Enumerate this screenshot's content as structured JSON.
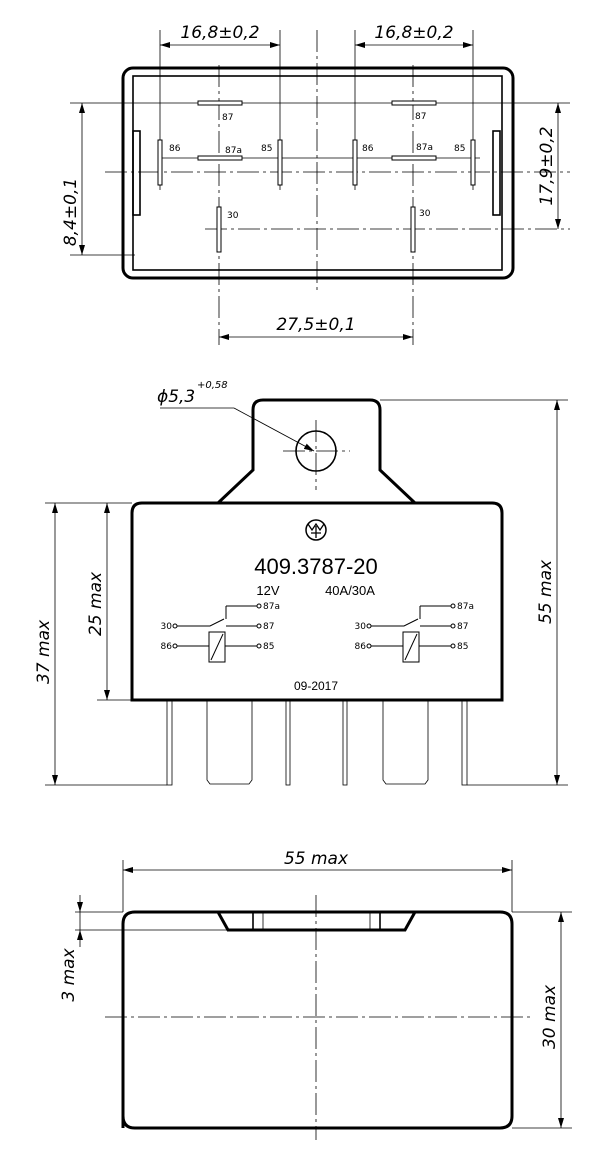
{
  "top_view": {
    "dim_pitch_left": "16,8±0,2",
    "dim_pitch_right": "16,8±0,2",
    "dim_left_vertical": "8,4±0,1",
    "dim_right_vertical": "17,9±0,2",
    "dim_bottom": "27,5±0,1",
    "pins_left": {
      "p87": "87",
      "p86": "86",
      "p87a": "87a",
      "p85": "85",
      "p30": "30"
    },
    "pins_right": {
      "p87": "87",
      "p86": "86",
      "p87a": "87a",
      "p85": "85",
      "p30": "30"
    }
  },
  "front_view": {
    "hole_dim": "ϕ5,3",
    "hole_tol": "+0,58",
    "dim_height_total": "55 max",
    "dim_height_pins": "37 max",
    "dim_height_body": "25 max",
    "model": "409.3787-20",
    "voltage": "12V",
    "current": "40A/30A",
    "date": "09-2017",
    "schematic_labels": {
      "t30": "30",
      "t86": "86",
      "t87a": "87a",
      "t87": "87",
      "t85": "85"
    }
  },
  "bottom_view": {
    "dim_width": "55 max",
    "dim_notch": "3 max",
    "dim_depth": "30 max"
  }
}
